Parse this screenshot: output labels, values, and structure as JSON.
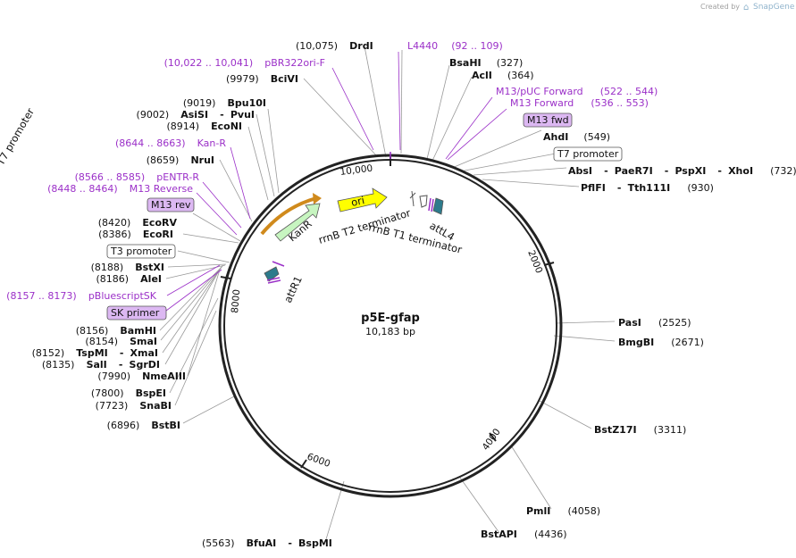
{
  "credit": {
    "prefix": "Created by",
    "brand": "SnapGene"
  },
  "map": {
    "name": "p5E-gfap",
    "length": "10,183 bp"
  },
  "ticks": [
    "10,000",
    "2000",
    "4000",
    "6000",
    "8000"
  ],
  "features": {
    "ori": "ori",
    "kanr": "KanR",
    "rrnb_t2": "rrnB T2 terminator",
    "rrnb_t1": "rrnB T1 terminator",
    "attl4": "attL4",
    "attr1": "attR1",
    "t7_promoter": "T7 promoter"
  },
  "right_labels": [
    {
      "pos": "(10,075)",
      "name": "DrdI"
    },
    {
      "name": "L4440",
      "range": "(92 .. 109)"
    },
    {
      "name": "BsaHI",
      "pos": "(327)"
    },
    {
      "name": "AclI",
      "pos": "(364)"
    },
    {
      "name": "M13/pUC Forward",
      "range": "(522 .. 544)"
    },
    {
      "name": "M13 Forward",
      "range": "(536 .. 553)"
    },
    {
      "name": "M13 fwd"
    },
    {
      "name": "AhdI",
      "pos": "(549)"
    },
    {
      "name": "T7 promoter"
    },
    {
      "name": "AbsI",
      "name2": "PaeR7I",
      "name3": "PspXI",
      "name4": "XhoI",
      "pos": "(732)"
    },
    {
      "name": "PflFI",
      "name2": "Tth111I",
      "pos": "(930)"
    },
    {
      "name": "PasI",
      "pos": "(2525)"
    },
    {
      "name": "BmgBI",
      "pos": "(2671)"
    },
    {
      "name": "BstZ17I",
      "pos": "(3311)"
    },
    {
      "name": "PmlI",
      "pos": "(4058)"
    },
    {
      "name": "BstAPI",
      "pos": "(4436)"
    },
    {
      "pos": "(5563)",
      "name": "BfuAI",
      "name2": "BspMI"
    }
  ],
  "left_labels": [
    {
      "range": "(10,022 .. 10,041)",
      "name": "pBR322ori-F"
    },
    {
      "pos": "(9979)",
      "name": "BciVI"
    },
    {
      "pos": "(9019)",
      "name": "Bpu10I"
    },
    {
      "pos": "(9002)",
      "name": "AsiSI",
      "name2": "PvuI"
    },
    {
      "pos": "(8914)",
      "name": "EcoNI"
    },
    {
      "range": "(8644 .. 8663)",
      "name": "Kan-R"
    },
    {
      "pos": "(8659)",
      "name": "NruI"
    },
    {
      "range": "(8566 .. 8585)",
      "name": "pENTR-R"
    },
    {
      "range": "(8448 .. 8464)",
      "name": "M13 Reverse"
    },
    {
      "name": "M13 rev"
    },
    {
      "pos": "(8420)",
      "name": "EcoRV"
    },
    {
      "pos": "(8386)",
      "name": "EcoRI"
    },
    {
      "name": "T3 promoter"
    },
    {
      "pos": "(8188)",
      "name": "BstXI"
    },
    {
      "pos": "(8186)",
      "name": "AleI"
    },
    {
      "range": "(8157 .. 8173)",
      "name": "pBluescriptSK"
    },
    {
      "name": "SK primer"
    },
    {
      "pos": "(8156)",
      "name": "BamHI"
    },
    {
      "pos": "(8154)",
      "name": "SmaI"
    },
    {
      "pos": "(8152)",
      "name": "TspMI",
      "name2": "XmaI"
    },
    {
      "pos": "(8135)",
      "name": "SalI",
      "name2": "SgrDI"
    },
    {
      "pos": "(7990)",
      "name": "NmeAIII"
    },
    {
      "pos": "(7800)",
      "name": "BspEI"
    },
    {
      "pos": "(7723)",
      "name": "SnaBI"
    },
    {
      "pos": "(6896)",
      "name": "BstBI"
    }
  ],
  "colors": {
    "primer": "#9b30c8",
    "ori_fill": "#ffff00",
    "kanr_fill": "#c7f5c0",
    "attr_fill": "#2d7b8c",
    "lila_box": "#dcb8f2",
    "orange": "#d08a1c"
  }
}
